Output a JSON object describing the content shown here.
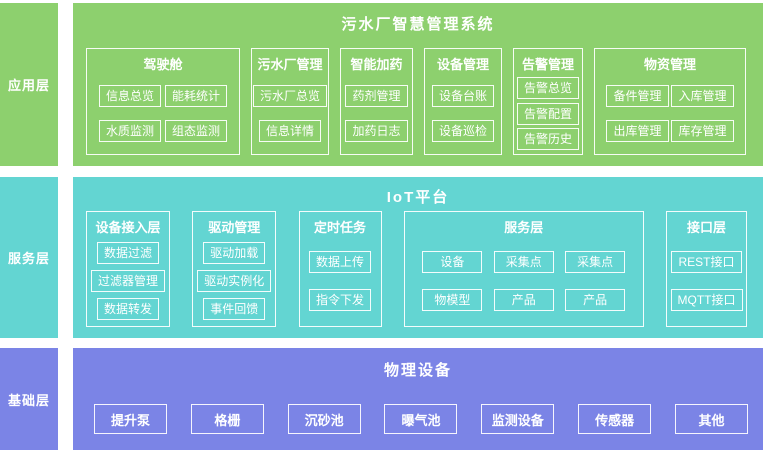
{
  "palette": {
    "application_layer_green": "#8dd06e",
    "service_layer_teal": "#63d5d2",
    "base_layer_purple": "#7b84e6",
    "text": "#ffffff"
  },
  "layers": [
    {
      "sidebar_label": "应用层",
      "title": "污水厂智慧管理系统",
      "groups": [
        {
          "title": "驾驶舱",
          "items": [
            "信息总览",
            "能耗统计",
            "水质监测",
            "组态监测"
          ]
        },
        {
          "title": "污水厂管理",
          "items": [
            "污水厂总览",
            "信息详情"
          ]
        },
        {
          "title": "智能加药",
          "items": [
            "药剂管理",
            "加药日志"
          ]
        },
        {
          "title": "设备管理",
          "items": [
            "设备台账",
            "设备巡检"
          ]
        },
        {
          "title": "告警管理",
          "items": [
            "告警总览",
            "告警配置",
            "告警历史"
          ]
        },
        {
          "title": "物资管理",
          "items": [
            "备件管理",
            "入库管理",
            "出库管理",
            "库存管理"
          ]
        }
      ]
    },
    {
      "sidebar_label": "服务层",
      "title": "IoT平台",
      "groups": [
        {
          "title": "设备接入层",
          "items": [
            "数据过滤",
            "过滤器管理",
            "数据转发"
          ]
        },
        {
          "title": "驱动管理",
          "items": [
            "驱动加载",
            "驱动实例化",
            "事件回馈"
          ]
        },
        {
          "title": "定时任务",
          "items": [
            "数据上传",
            "指令下发"
          ]
        },
        {
          "title": "服务层",
          "items": [
            "设备",
            "采集点",
            "采集点",
            "物模型",
            "产品",
            "产品"
          ]
        },
        {
          "title": "接口层",
          "items": [
            "REST接口",
            "MQTT接口"
          ]
        }
      ]
    },
    {
      "sidebar_label": "基础层",
      "title": "物理设备",
      "items": [
        "提升泵",
        "格栅",
        "沉砂池",
        "曝气池",
        "监测设备",
        "传感器",
        "其他"
      ]
    }
  ]
}
